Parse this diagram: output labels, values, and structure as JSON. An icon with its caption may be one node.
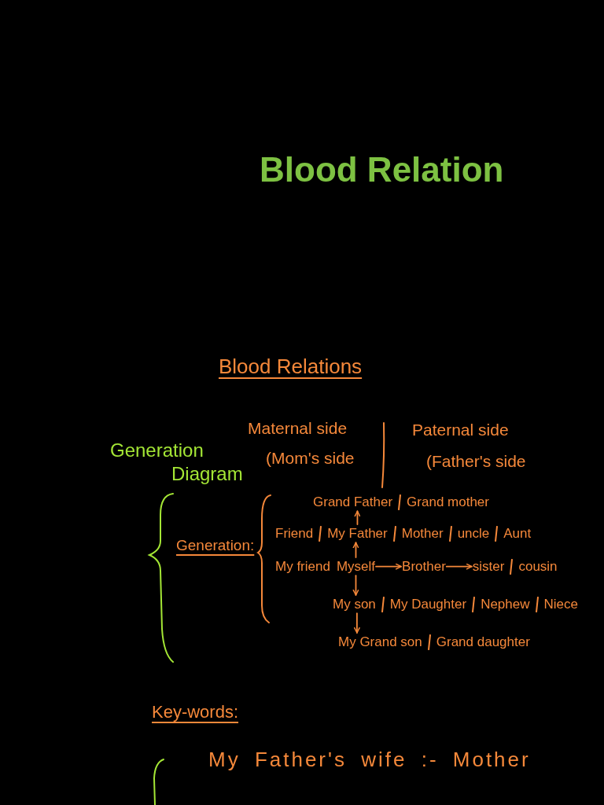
{
  "diagram": {
    "title": "Blood Relation",
    "nodes": [
      {
        "text": [
          "Grand Father"
        ]
      },
      {
        "text": [
          "My Father"
        ]
      },
      {
        "text": [
          "Myself"
        ]
      },
      {
        "text": [
          "Brother"
        ]
      },
      {
        "text": [
          "sister"
        ]
      },
      {
        "text": [
          "My son"
        ]
      },
      {
        "text": [
          "My Grand son"
        ]
      }
    ],
    "edges": [
      {
        "from": 1,
        "to": 0,
        "arrow": "to"
      },
      {
        "from": 2,
        "to": 1,
        "arrow": "to"
      },
      {
        "from": 2,
        "to": 3,
        "arrow": "to"
      },
      {
        "from": 3,
        "to": 4,
        "arrow": "to"
      },
      {
        "from": 2,
        "to": 5,
        "arrow": "to"
      },
      {
        "from": 5,
        "to": 6,
        "arrow": "to"
      }
    ],
    "labels": [
      "Blood Relations",
      "Maternal side",
      "Paternal side",
      "Generation Diagram",
      "(Mom's side",
      "(Father's side",
      "Grand mother",
      "Generation:",
      "Friend",
      "Mother",
      "uncle",
      "Aunt",
      "My friend",
      "cousin",
      "My Daughter",
      "Nephew",
      "Niece",
      "Grand daughter",
      "Key-words:",
      "My Father's wife :- Mother"
    ]
  }
}
